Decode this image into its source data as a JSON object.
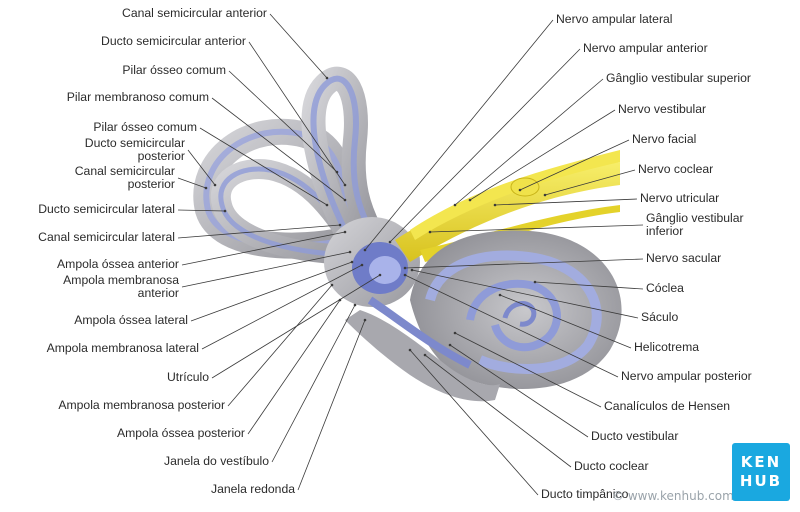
{
  "left_labels": [
    {
      "id": "canal-semicircular-anterior",
      "lines": [
        "Canal semicircular anterior"
      ]
    },
    {
      "id": "ducto-semicircular-anterior",
      "lines": [
        "Ducto semicircular anterior"
      ]
    },
    {
      "id": "pilar-osseo-comum-1",
      "lines": [
        "Pilar ósseo comum"
      ]
    },
    {
      "id": "pilar-membranoso-comum",
      "lines": [
        "Pilar membranoso comum"
      ]
    },
    {
      "id": "pilar-osseo-comum-2",
      "lines": [
        "Pilar ósseo comum"
      ]
    },
    {
      "id": "ducto-semicircular-posterior",
      "lines": [
        "Ducto semicircular",
        "posterior"
      ]
    },
    {
      "id": "canal-semicircular-posterior",
      "lines": [
        "Canal semicircular",
        "posterior"
      ]
    },
    {
      "id": "ducto-semicircular-lateral",
      "lines": [
        "Ducto semicircular lateral"
      ]
    },
    {
      "id": "canal-semicircular-lateral",
      "lines": [
        "Canal semicircular lateral"
      ]
    },
    {
      "id": "ampola-ossea-anterior",
      "lines": [
        "Ampola óssea anterior"
      ]
    },
    {
      "id": "ampola-membranosa-anterior",
      "lines": [
        "Ampola membranosa",
        "anterior"
      ]
    },
    {
      "id": "ampola-ossea-lateral",
      "lines": [
        "Ampola óssea lateral"
      ]
    },
    {
      "id": "ampola-membranosa-lateral",
      "lines": [
        "Ampola membranosa lateral"
      ]
    },
    {
      "id": "utriculo",
      "lines": [
        "Utrículo"
      ]
    },
    {
      "id": "ampola-membranosa-posterior",
      "lines": [
        "Ampola membranosa posterior"
      ]
    },
    {
      "id": "ampola-ossea-posterior",
      "lines": [
        "Ampola óssea posterior"
      ]
    },
    {
      "id": "janela-do-vestibulo",
      "lines": [
        "Janela do vestíbulo"
      ]
    },
    {
      "id": "janela-redonda",
      "lines": [
        "Janela redonda"
      ]
    }
  ],
  "right_labels": [
    {
      "id": "nervo-ampular-lateral",
      "lines": [
        "Nervo ampular lateral"
      ]
    },
    {
      "id": "nervo-ampular-anterior",
      "lines": [
        "Nervo ampular anterior"
      ]
    },
    {
      "id": "ganglio-vestibular-superior",
      "lines": [
        "Gânglio vestibular superior"
      ]
    },
    {
      "id": "nervo-vestibular",
      "lines": [
        "Nervo vestibular"
      ]
    },
    {
      "id": "nervo-facial",
      "lines": [
        "Nervo facial"
      ]
    },
    {
      "id": "nervo-coclear",
      "lines": [
        "Nervo coclear"
      ]
    },
    {
      "id": "nervo-utricular",
      "lines": [
        "Nervo utricular"
      ]
    },
    {
      "id": "ganglio-vestibular-inferior",
      "lines": [
        "Gânglio vestibular",
        "inferior"
      ]
    },
    {
      "id": "nervo-sacular",
      "lines": [
        "Nervo sacular"
      ]
    },
    {
      "id": "coclea",
      "lines": [
        "Cóclea"
      ]
    },
    {
      "id": "saculo",
      "lines": [
        "Sáculo"
      ]
    },
    {
      "id": "helicotrema",
      "lines": [
        "Helicotrema"
      ]
    },
    {
      "id": "nervo-ampular-posterior",
      "lines": [
        "Nervo ampular posterior"
      ]
    },
    {
      "id": "canaliculos-de-hensen",
      "lines": [
        "Canalículos de Hensen"
      ]
    },
    {
      "id": "ducto-vestibular",
      "lines": [
        "Ducto vestibular"
      ]
    },
    {
      "id": "ducto-coclear",
      "lines": [
        "Ducto coclear"
      ]
    },
    {
      "id": "ducto-timpanico",
      "lines": [
        "Ducto timpânico"
      ]
    }
  ],
  "logo": {
    "line1": "KEN",
    "line2": "HUB"
  },
  "watermark": "© www.kenhub.com",
  "colors": {
    "bone": "#b9b9bd",
    "bone_dark": "#8d8d93",
    "membrane": "#8f9bd8",
    "membrane_light": "#c3c9ee",
    "nerve": "#f1e23a",
    "nerve_dark": "#c9b419",
    "leader": "#3a3a3a",
    "logo_bg": "#1aa8e0"
  }
}
